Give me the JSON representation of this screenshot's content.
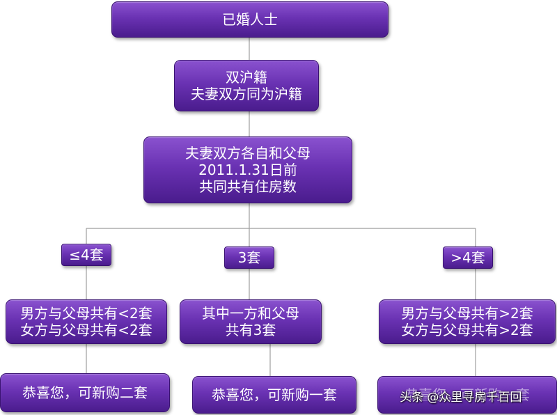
{
  "nodes": {
    "married": {
      "lines": [
        "已婚人士"
      ]
    },
    "dual_hukou": {
      "lines": [
        "双沪籍",
        "夫妻双方同为沪籍"
      ]
    },
    "count_criterion": {
      "lines": [
        "夫妻双方各自和父母",
        "2011.1.31日前",
        "共同共有住房数"
      ]
    },
    "branch_left": {
      "label": "≤4套"
    },
    "branch_mid": {
      "label": "3套"
    },
    "branch_right": {
      "label": ">4套"
    },
    "cond_left": {
      "lines": [
        "男方与父母共有<2套",
        "女方与父母共有<2套"
      ]
    },
    "cond_mid": {
      "lines": [
        "其中一方和父母",
        "共有3套"
      ]
    },
    "cond_right": {
      "lines": [
        "男方与父母共有>2套",
        "女方与父母共有>2套"
      ]
    },
    "result_left": {
      "lines": [
        "恭喜您，可新购二套"
      ]
    },
    "result_mid": {
      "lines": [
        "恭喜您，可新购一套"
      ]
    },
    "result_right": {
      "lines": [
        "恭喜您，可新购一套"
      ]
    }
  },
  "watermark": "头条 @众里寻房千百回",
  "colors": {
    "node_fill": "#6a32b3",
    "node_border": "#3a1272",
    "connector": "#9e9e9e"
  }
}
